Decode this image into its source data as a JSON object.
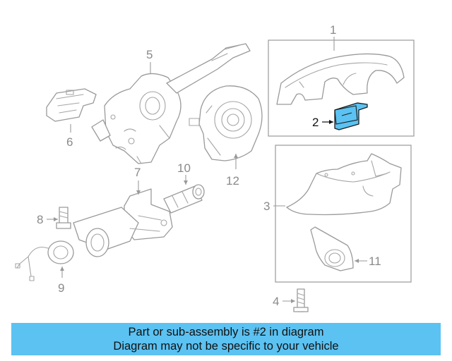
{
  "callouts": {
    "c1": "1",
    "c2": "2",
    "c3": "3",
    "c4": "4",
    "c5": "5",
    "c6": "6",
    "c7": "7",
    "c8": "8",
    "c9": "9",
    "c10": "10",
    "c11": "11",
    "c12": "12"
  },
  "highlight_color": "#5bc2f2",
  "banner": {
    "line1": "Part or sub-assembly is #2 in diagram",
    "line2": "Diagram may not be specific to your vehicle"
  }
}
